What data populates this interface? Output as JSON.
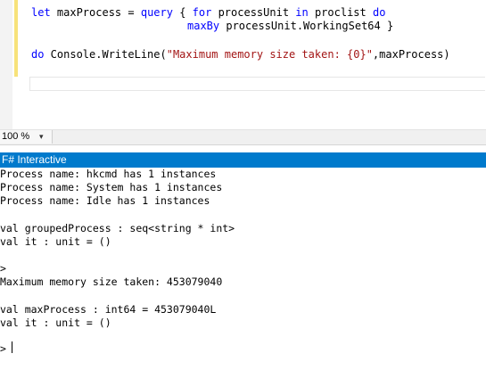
{
  "editor": {
    "lines": [
      {
        "kw1": "let",
        "t1": " maxProcess = ",
        "kw2": "query",
        "t2": " { ",
        "kw3": "for",
        "t3": " processUnit ",
        "kw4": "in",
        "t4": " proclist ",
        "kw5": "do"
      },
      {
        "kw1": "maxBy",
        "t1": " processUnit.WorkingSet64 }"
      },
      {
        "kw1": "do",
        "t1": " Console.WriteLine(",
        "str": "\"Maximum memory size taken: {0}\"",
        "t2": ",maxProcess)"
      }
    ]
  },
  "zoom": {
    "value": "100 %",
    "arrow": "▾"
  },
  "interactive": {
    "title": "F# Interactive",
    "output": [
      "Process name: hkcmd has 1 instances",
      "Process name: System has 1 instances",
      "Process name: Idle has 1 instances",
      "",
      "val groupedProcess : seq<string * int>",
      "val it : unit = ()",
      "",
      ">",
      "Maximum memory size taken: 453079040",
      "",
      "val maxProcess : int64 = 453079040L",
      "val it : unit = ()",
      "",
      ">"
    ]
  }
}
